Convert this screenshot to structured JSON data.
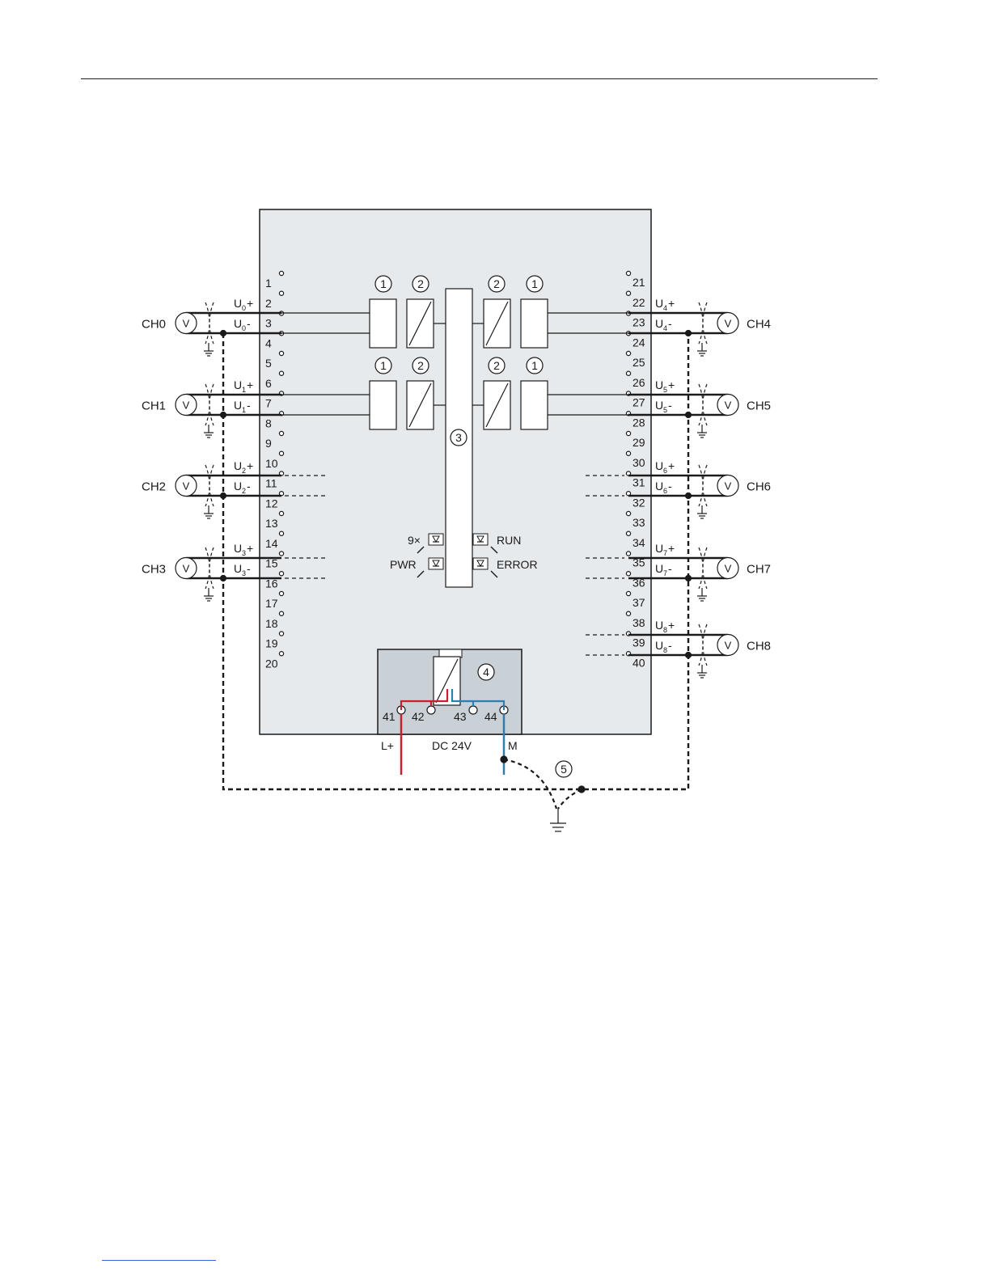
{
  "colors": {
    "module_fill": "#e7eaed",
    "power_fill": "#c9d0d6",
    "line": "#1a1a1a",
    "l_plus": "#c8202f",
    "m_line": "#2a7fb8"
  },
  "channels_left": [
    {
      "id": "CH0",
      "label": "CH0",
      "voltage": "V",
      "u": "U",
      "sub": "0",
      "plus_pin": "2",
      "minus_pin": "3"
    },
    {
      "id": "CH1",
      "label": "CH1",
      "voltage": "V",
      "u": "U",
      "sub": "1",
      "plus_pin": "6",
      "minus_pin": "7"
    },
    {
      "id": "CH2",
      "label": "CH2",
      "voltage": "V",
      "u": "U",
      "sub": "2",
      "plus_pin": "10",
      "minus_pin": "11"
    },
    {
      "id": "CH3",
      "label": "CH3",
      "voltage": "V",
      "u": "U",
      "sub": "3",
      "plus_pin": "14",
      "minus_pin": "15"
    }
  ],
  "channels_right": [
    {
      "id": "CH4",
      "label": "CH4",
      "voltage": "V",
      "u": "U",
      "sub": "4",
      "plus_pin": "22",
      "minus_pin": "23"
    },
    {
      "id": "CH5",
      "label": "CH5",
      "voltage": "V",
      "u": "U",
      "sub": "5",
      "plus_pin": "26",
      "minus_pin": "27"
    },
    {
      "id": "CH6",
      "label": "CH6",
      "voltage": "V",
      "u": "U",
      "sub": "6",
      "plus_pin": "30",
      "minus_pin": "31"
    },
    {
      "id": "CH7",
      "label": "CH7",
      "voltage": "V",
      "u": "U",
      "sub": "7",
      "plus_pin": "34",
      "minus_pin": "35"
    },
    {
      "id": "CH8",
      "label": "CH8",
      "voltage": "V",
      "u": "U",
      "sub": "8",
      "plus_pin": "38",
      "minus_pin": "39"
    }
  ],
  "terminals_left": [
    "1",
    "2",
    "3",
    "4",
    "5",
    "6",
    "7",
    "8",
    "9",
    "10",
    "11",
    "12",
    "13",
    "14",
    "15",
    "16",
    "17",
    "18",
    "19",
    "20"
  ],
  "terminals_right": [
    "21",
    "22",
    "23",
    "24",
    "25",
    "26",
    "27",
    "28",
    "29",
    "30",
    "31",
    "32",
    "33",
    "34",
    "35",
    "36",
    "37",
    "38",
    "39",
    "40"
  ],
  "callouts": {
    "c1": "1",
    "c2": "2",
    "c3": "3",
    "c4": "4",
    "c5": "5"
  },
  "leds": {
    "count_label": "9×",
    "pwr": "PWR",
    "run": "RUN",
    "error": "ERROR"
  },
  "power": {
    "terminals": [
      "41",
      "42",
      "43",
      "44"
    ],
    "l_plus": "L+",
    "supply": "DC 24V",
    "m": "M"
  }
}
